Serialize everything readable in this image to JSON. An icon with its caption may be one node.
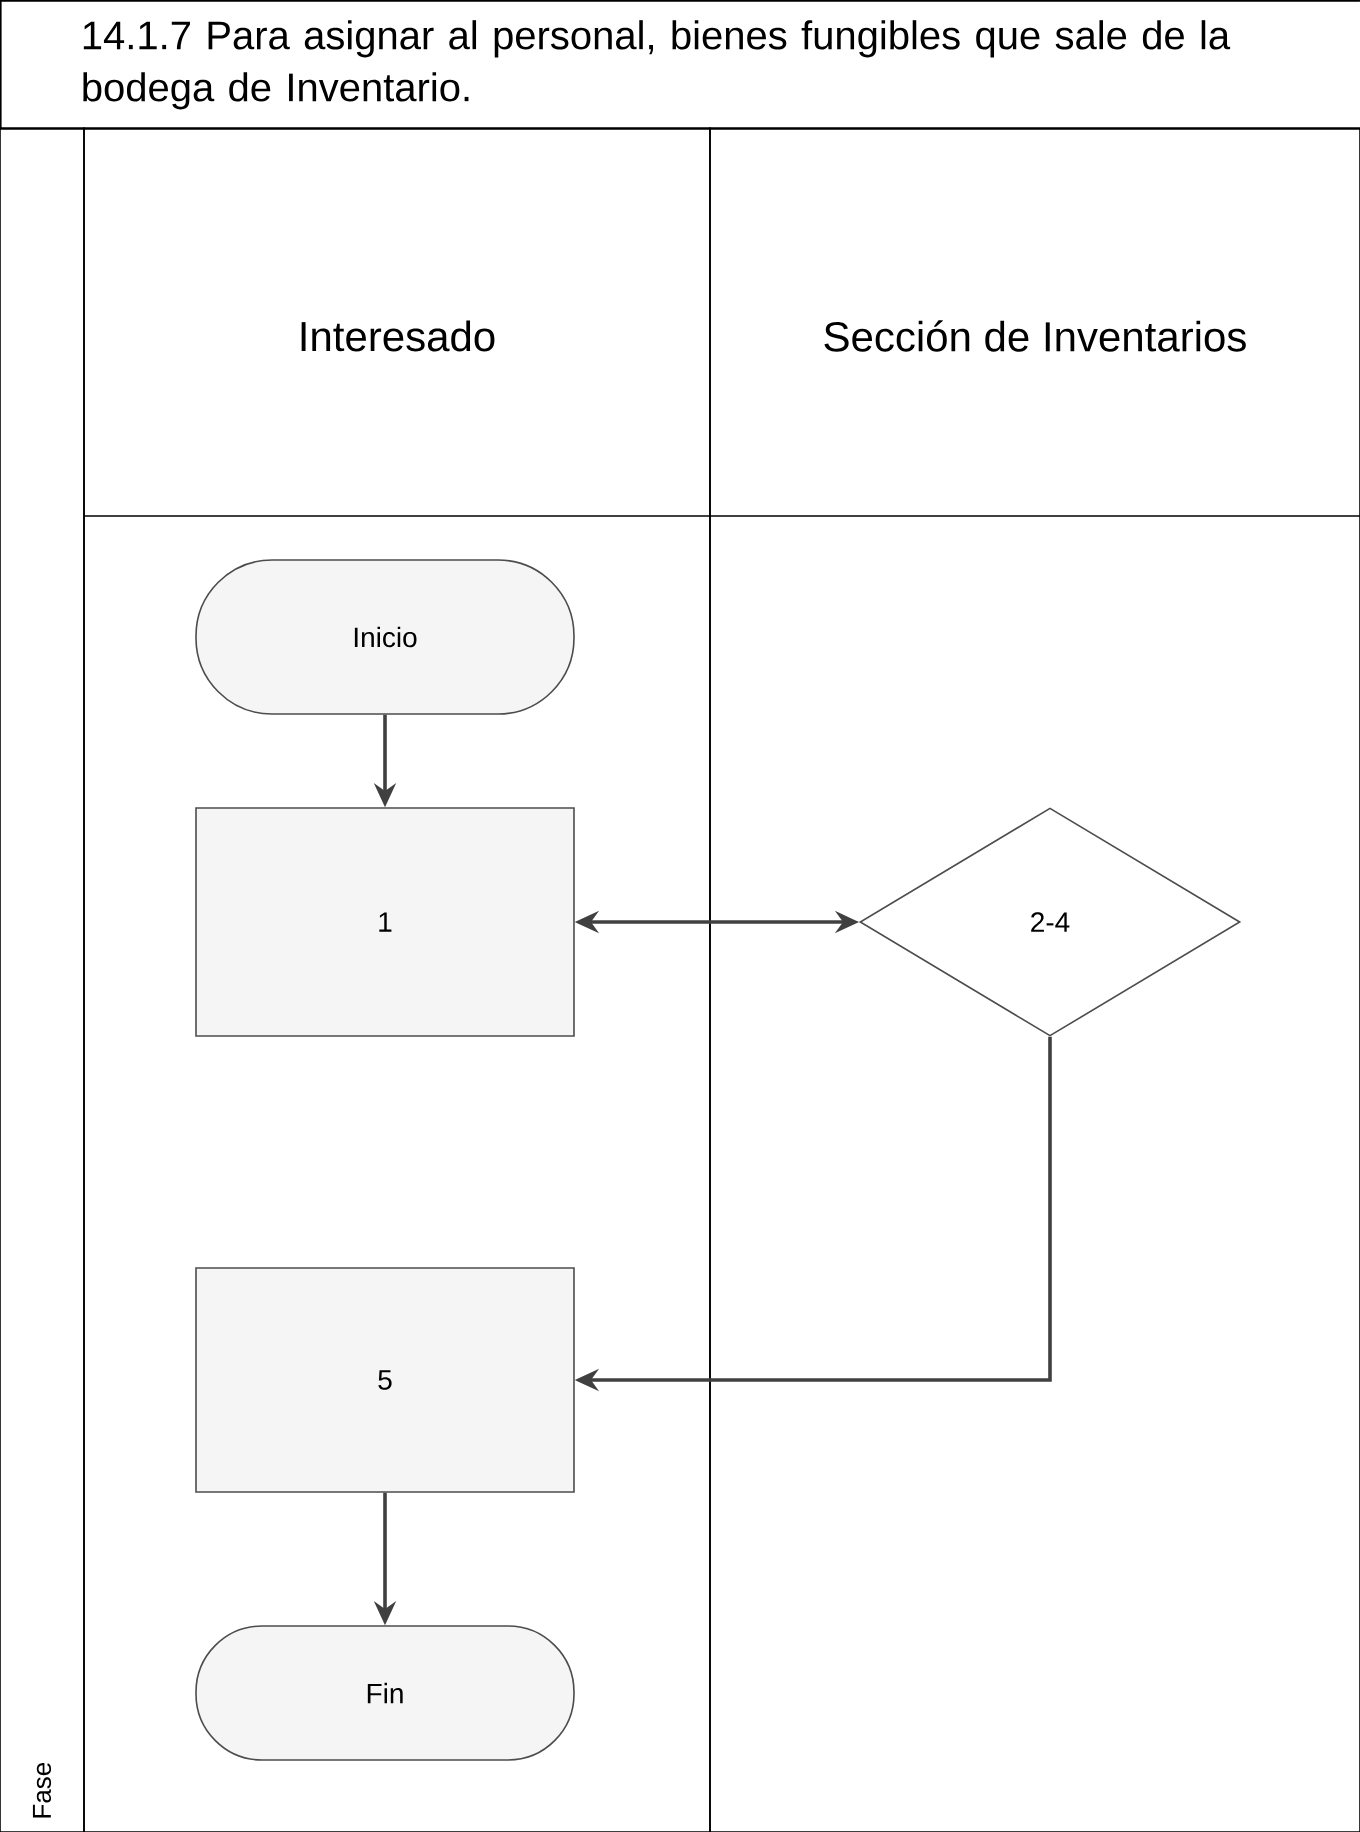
{
  "diagram": {
    "title": "14.1.7 Para asignar al personal, bienes fungibles que sale de la bodega de Inventario.",
    "nodes": [
      {
        "text": [
          "Fase"
        ]
      },
      {
        "text": [
          "Interesado"
        ]
      },
      {
        "text": [
          "Sección de Inventarios"
        ]
      },
      {
        "text": [
          "Inicio"
        ],
        "in": 1
      },
      {
        "text": [
          "1"
        ],
        "in": 1
      },
      {
        "text": [
          "2-4"
        ],
        "in": 2
      },
      {
        "text": [
          "5"
        ],
        "in": 1
      },
      {
        "text": [
          "Fin"
        ],
        "in": 1
      }
    ],
    "edges": [
      {
        "from": 3,
        "to": 4,
        "arrow": "to"
      },
      {
        "from": 4,
        "to": 5,
        "arrow": "both"
      },
      {
        "from": 5,
        "to": 6,
        "arrow": "to"
      },
      {
        "from": 6,
        "to": 7,
        "arrow": "to"
      }
    ]
  }
}
